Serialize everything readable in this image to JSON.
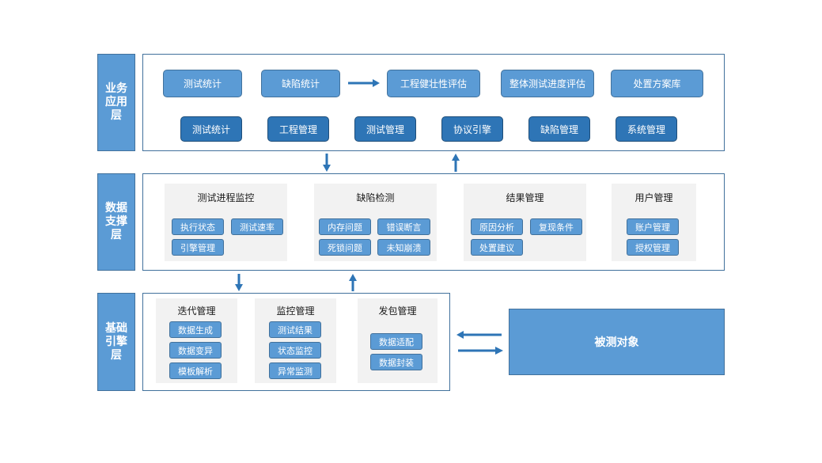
{
  "layers": {
    "business": "业务应用层",
    "data_support": "数据支撑层",
    "base_engine": "基础引擎层"
  },
  "business": {
    "row1": [
      "测试统计",
      "缺陷统计",
      "工程健壮性评估",
      "整体测试进度评估",
      "处置方案库"
    ],
    "row2": [
      "测试统计",
      "工程管理",
      "测试管理",
      "协议引擎",
      "缺陷管理",
      "系统管理"
    ]
  },
  "data_support": {
    "panels": [
      {
        "title": "测试进程监控",
        "items": [
          "执行状态",
          "测试速率",
          "引擎管理"
        ]
      },
      {
        "title": "缺陷检测",
        "items": [
          "内存问题",
          "错误断言",
          "死锁问题",
          "未知崩溃"
        ]
      },
      {
        "title": "结果管理",
        "items": [
          "原因分析",
          "复现条件",
          "处置建议"
        ]
      },
      {
        "title": "用户管理",
        "items": [
          "账户管理",
          "授权管理"
        ]
      }
    ]
  },
  "base_engine": {
    "panels": [
      {
        "title": "迭代管理",
        "items": [
          "数据生成",
          "数据变异",
          "模板解析"
        ]
      },
      {
        "title": "监控管理",
        "items": [
          "测试结果",
          "状态监控",
          "异常监测"
        ]
      },
      {
        "title": "发包管理",
        "items": [
          "数据适配",
          "数据封装"
        ]
      }
    ]
  },
  "target": {
    "label": "被测对象"
  },
  "colors": {
    "box": "#5b9bd5",
    "box_dark": "#2e75b6",
    "border": "#41719c",
    "panel_bg": "#f2f2f2"
  }
}
